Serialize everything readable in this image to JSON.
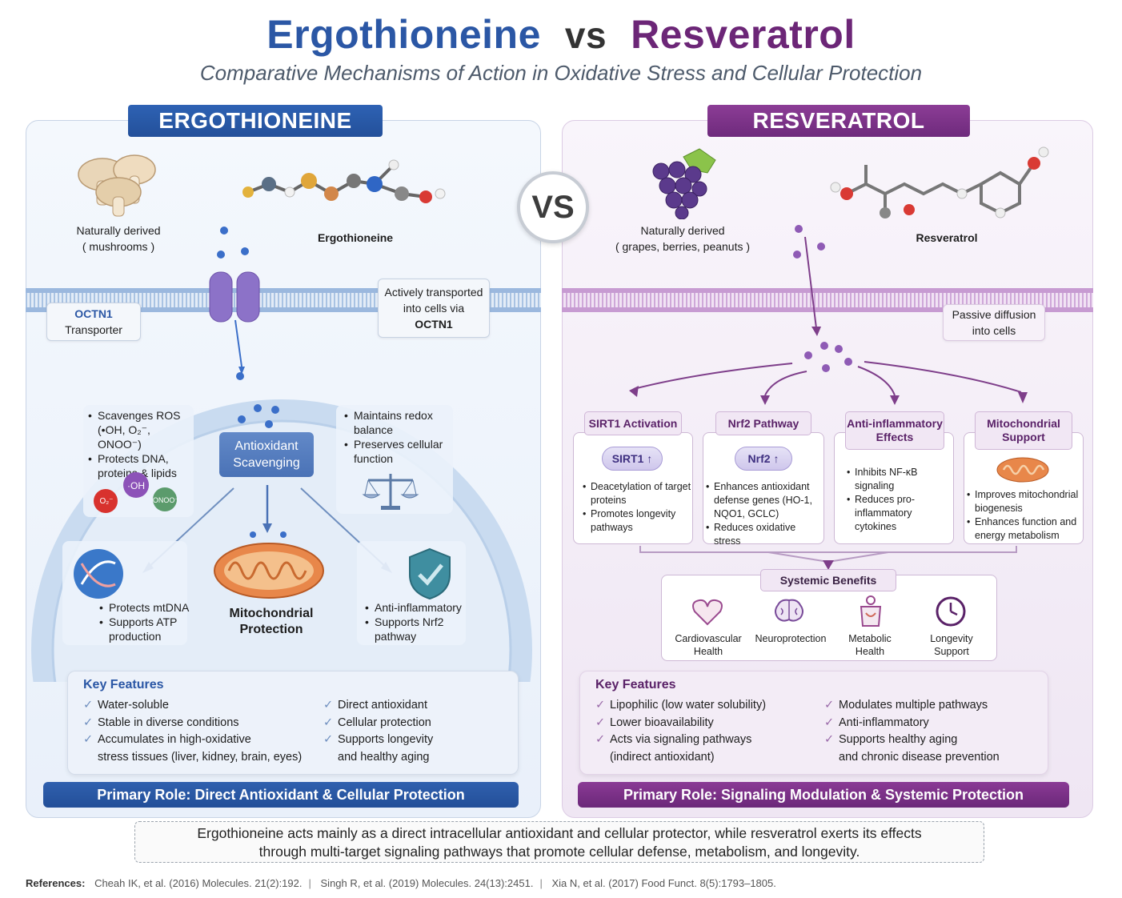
{
  "title": {
    "left": "Ergothioneine",
    "vs": "vs",
    "right": "Resveratrol"
  },
  "subtitle": "Comparative Mechanisms of Action in Oxidative Stress and Cellular Protection",
  "vs_badge": "VS",
  "left": {
    "header": "ERGOTHIONEINE",
    "source_line1": "Naturally derived",
    "source_line2": "( mushrooms )",
    "molecule_label": "Ergothioneine",
    "transporter_line1": "OCTN1",
    "transporter_line2": "Transporter",
    "transport_callout": [
      "Actively transported",
      "into cells via",
      "OCTN1"
    ],
    "ros_box": {
      "item1_line1": "Scavenges ROS",
      "item1_line2": "(•OH, O₂⁻, ONOO⁻)",
      "item2_line1": "Protects DNA,",
      "item2_line2": "proteins & lipids"
    },
    "ros_labels": {
      "oh": "·OH",
      "o2": "O₂⁻",
      "onoo": "ONOO⁻"
    },
    "redox_box": [
      "Maintains redox",
      "balance",
      "Preserves cellular",
      "function"
    ],
    "center_badge_line1": "Antioxidant",
    "center_badge_line2": "Scavenging",
    "dna_box": [
      "Protects mtDNA",
      "Supports ATP",
      "production"
    ],
    "mito_label_line1": "Mitochondrial",
    "mito_label_line2": "Protection",
    "shield_box": [
      "Anti-inflammatory",
      "Supports Nrf2",
      "pathway"
    ],
    "key_features_title": "Key Features",
    "key_features_col1": [
      "Water-soluble",
      "Stable in diverse conditions",
      "Accumulates in high-oxidative",
      "stress tissues (liver, kidney, brain, eyes)"
    ],
    "key_features_col2": [
      "Direct antioxidant",
      "Cellular protection",
      "Supports longevity",
      "and healthy aging"
    ],
    "primary_role": "Primary Role: Direct Antioxidant & Cellular Protection"
  },
  "right": {
    "header": "RESVERATROL",
    "source_line1": "Naturally derived",
    "source_line2": "( grapes, berries, peanuts )",
    "molecule_label": "Resveratrol",
    "diffusion_line1": "Passive diffusion",
    "diffusion_line2": "into cells",
    "pathways": [
      {
        "title": "SIRT1 Activation",
        "pill": "SIRT1 ↑",
        "items": [
          "Deacetylation of target proteins",
          "Promotes longevity pathways"
        ]
      },
      {
        "title": "Nrf2 Pathway",
        "pill": "Nrf2 ↑",
        "items": [
          "Enhances antioxidant defense genes (HO-1, NQO1, GCLC)",
          "Reduces oxidative stress"
        ]
      },
      {
        "title_line1": "Anti-inflammatory",
        "title_line2": "Effects",
        "items": [
          "Inhibits NF-κB signaling",
          "Reduces pro-inflammatory cytokines"
        ]
      },
      {
        "title_line1": "Mitochondrial",
        "title_line2": "Support",
        "items": [
          "Improves mitochondrial biogenesis",
          "Enhances function and energy metabolism"
        ]
      }
    ],
    "systemic_title": "Systemic Benefits",
    "systemic": [
      {
        "line1": "Cardiovascular",
        "line2": "Health"
      },
      {
        "line1": "Neuroprotection",
        "line2": ""
      },
      {
        "line1": "Metabolic",
        "line2": "Health"
      },
      {
        "line1": "Longevity",
        "line2": "Support"
      }
    ],
    "key_features_title": "Key Features",
    "key_features_col1": [
      "Lipophilic (low water solubility)",
      "Lower bioavailability",
      "Acts via signaling pathways",
      "(indirect antioxidant)"
    ],
    "key_features_col2": [
      "Modulates multiple pathways",
      "Anti-inflammatory",
      "Supports healthy aging",
      "and chronic disease prevention"
    ],
    "primary_role": "Primary Role: Signaling Modulation & Systemic Protection"
  },
  "summary_line1": "Ergothioneine acts mainly as a direct intracellular antioxidant and cellular protector, while resveratrol exerts its effects",
  "summary_line2": "through multi-target signaling pathways that promote cellular defense, metabolism, and longevity.",
  "references": {
    "label": "References:",
    "items": [
      "Cheah IK, et al. (2016) Molecules. 21(2):192.",
      "Singh R, et al. (2019) Molecules. 24(13):2451.",
      "Xia N, et al. (2017) Food Funct. 8(5):1793–1805."
    ]
  },
  "colors": {
    "ergo_blue": "#2b57a5",
    "resv_purple": "#6c2677"
  }
}
